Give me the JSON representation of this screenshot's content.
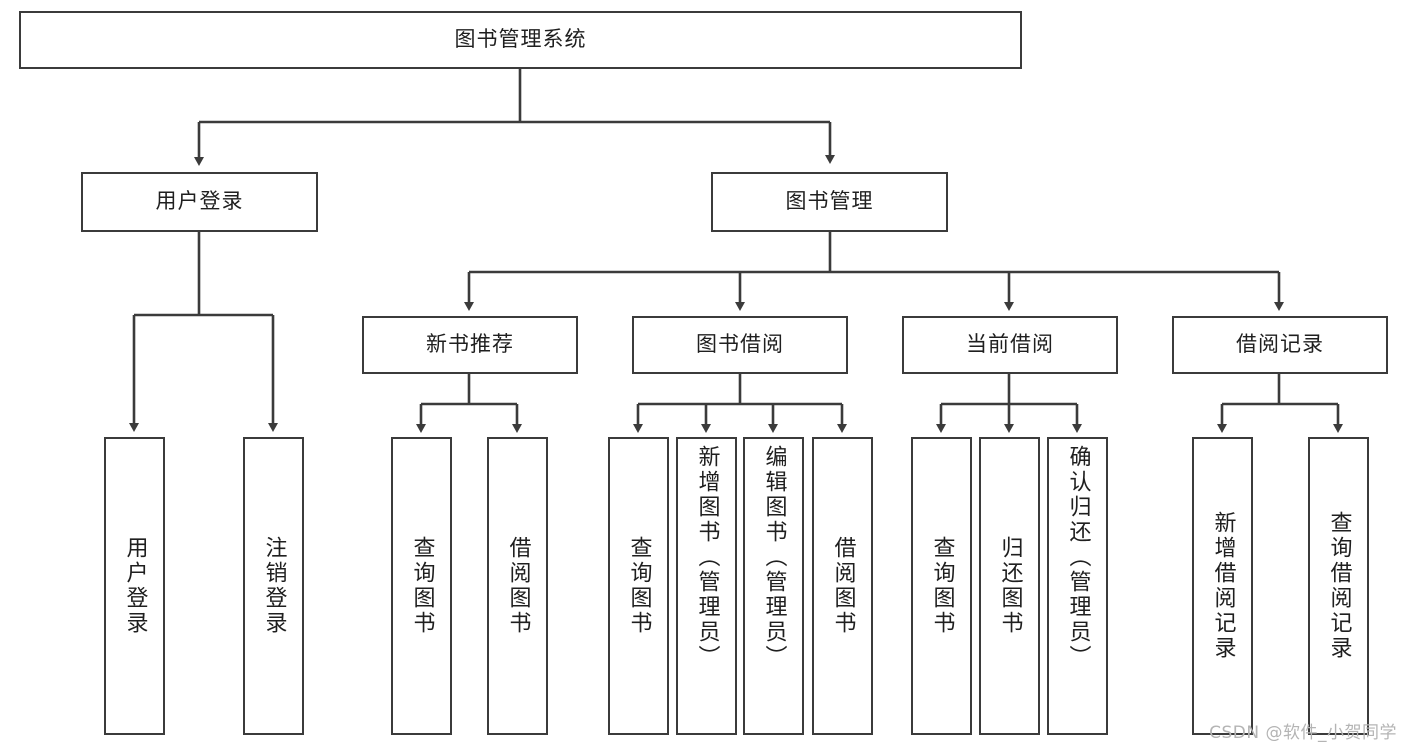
{
  "diagram": {
    "title": "图书管理系统",
    "type": "hierarchy-tree",
    "root": {
      "label": "图书管理系统"
    },
    "level1": [
      {
        "label": "用户登录"
      },
      {
        "label": "图书管理"
      }
    ],
    "level2": [
      {
        "label": "新书推荐",
        "parent": "图书管理"
      },
      {
        "label": "图书借阅",
        "parent": "图书管理"
      },
      {
        "label": "当前借阅",
        "parent": "图书管理"
      },
      {
        "label": "借阅记录",
        "parent": "图书管理"
      }
    ],
    "leaves": {
      "user_login": [
        {
          "label": "用户登录"
        },
        {
          "label": "注销登录"
        }
      ],
      "new_book_recommend": [
        {
          "label": "查询图书"
        },
        {
          "label": "借阅图书"
        }
      ],
      "book_borrow": [
        {
          "label": "查询图书"
        },
        {
          "label": "新增图书（管理员）"
        },
        {
          "label": "编辑图书（管理员）"
        },
        {
          "label": "借阅图书"
        }
      ],
      "current_borrow": [
        {
          "label": "查询图书"
        },
        {
          "label": "归还图书"
        },
        {
          "label": "确认归还（管理员）"
        }
      ],
      "borrow_record": [
        {
          "label": "新增借阅记录"
        },
        {
          "label": "查询借阅记录"
        }
      ]
    }
  },
  "watermark": {
    "text": "CSDN @软件_小贺同学"
  },
  "colors": {
    "border": "#3b3b3b",
    "text": "#1f1f1f",
    "background": "#ffffff",
    "watermark": "#b4b4b4"
  }
}
